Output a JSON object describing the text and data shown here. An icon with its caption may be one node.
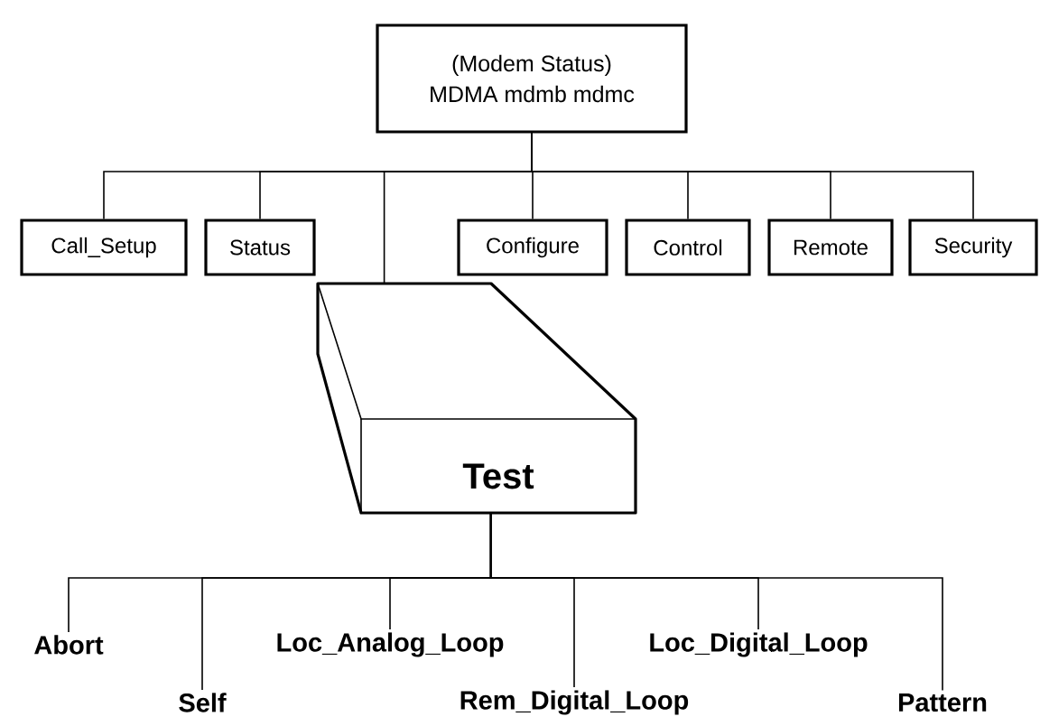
{
  "diagram": {
    "nodes": [
      {
        "text": [
          "(Modem Status)",
          "MDMA  mdmb  mdmc"
        ]
      },
      {
        "text": [
          "Call_Setup"
        ]
      },
      {
        "text": [
          "Status"
        ]
      },
      {
        "text": [
          "Configure"
        ]
      },
      {
        "text": [
          "Control"
        ]
      },
      {
        "text": [
          "Remote"
        ]
      },
      {
        "text": [
          "Security"
        ]
      },
      {
        "text": [
          "Test"
        ]
      },
      {
        "text": [
          "Abort"
        ]
      },
      {
        "text": [
          "Self"
        ]
      },
      {
        "text": [
          "Loc_Analog_Loop"
        ]
      },
      {
        "text": [
          "Rem_Digital_Loop"
        ]
      },
      {
        "text": [
          "Loc_Digital_Loop"
        ]
      },
      {
        "text": [
          "Pattern"
        ]
      }
    ],
    "edges": [
      {
        "from": 0,
        "to": 1,
        "arrow": "none"
      },
      {
        "from": 0,
        "to": 2,
        "arrow": "none"
      },
      {
        "from": 0,
        "to": 7,
        "arrow": "none"
      },
      {
        "from": 0,
        "to": 3,
        "arrow": "none"
      },
      {
        "from": 0,
        "to": 4,
        "arrow": "none"
      },
      {
        "from": 0,
        "to": 5,
        "arrow": "none"
      },
      {
        "from": 0,
        "to": 6,
        "arrow": "none"
      },
      {
        "from": 7,
        "to": 8,
        "arrow": "none"
      },
      {
        "from": 7,
        "to": 9,
        "arrow": "none"
      },
      {
        "from": 7,
        "to": 10,
        "arrow": "none"
      },
      {
        "from": 7,
        "to": 11,
        "arrow": "none"
      },
      {
        "from": 7,
        "to": 12,
        "arrow": "none"
      },
      {
        "from": 7,
        "to": 13,
        "arrow": "none"
      }
    ]
  }
}
